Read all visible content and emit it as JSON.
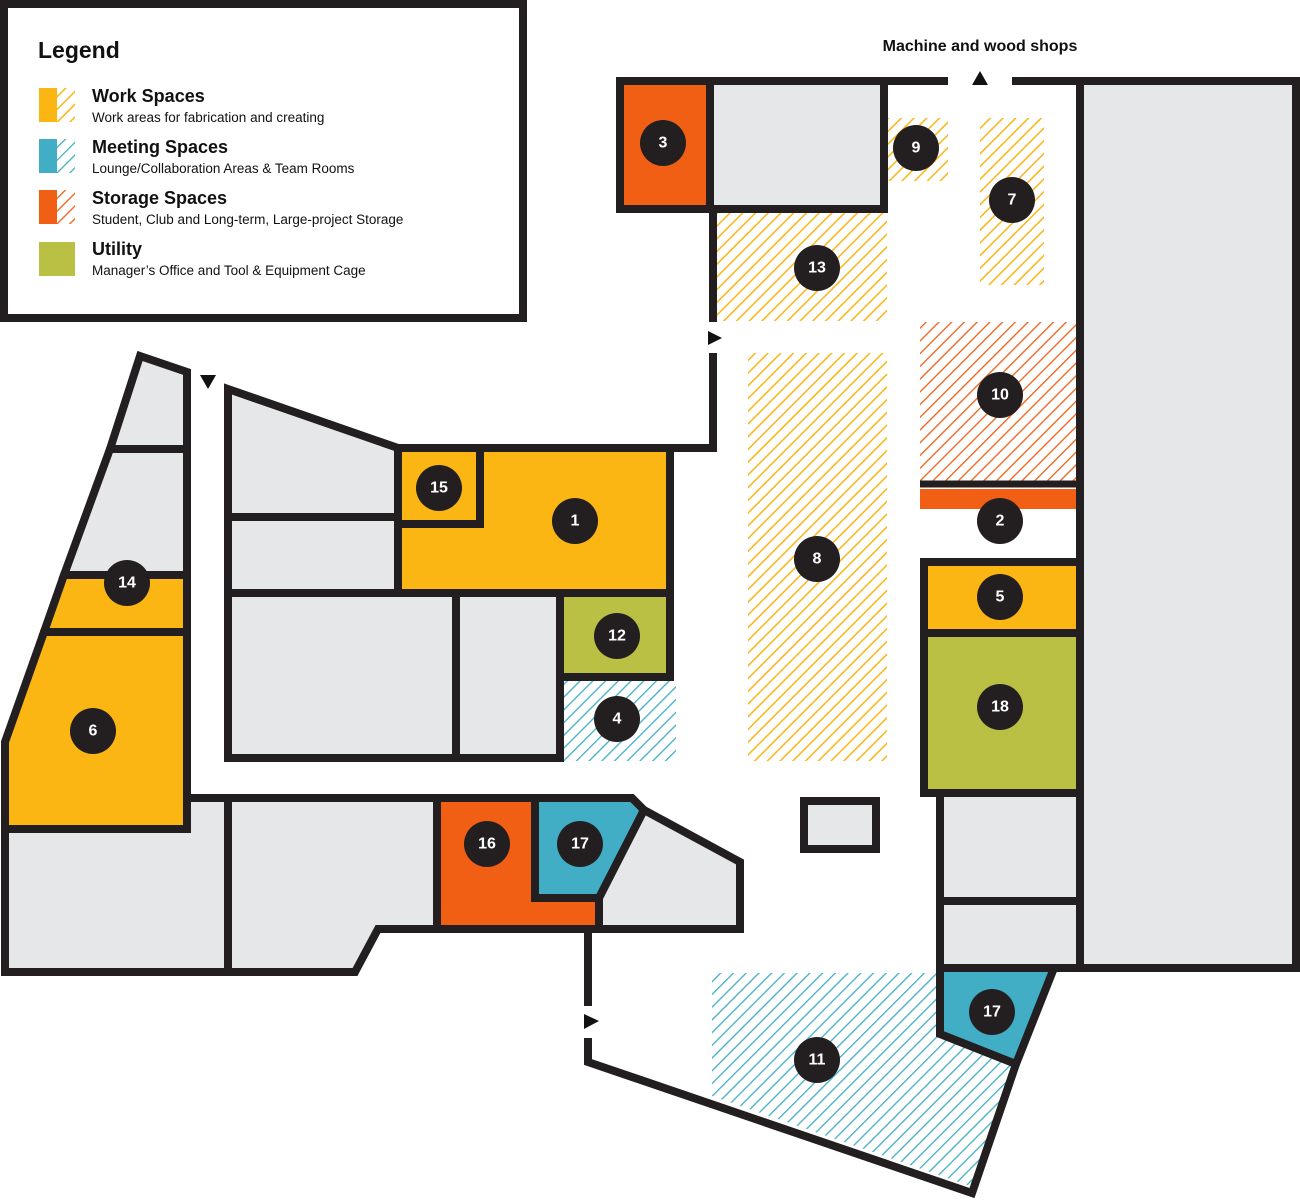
{
  "colors": {
    "work": "#fbb614",
    "meeting": "#41aec6",
    "storage": "#f05f14",
    "utility": "#b9c044",
    "room": "#e6e7e8",
    "wall": "#231f20",
    "marker": "#231f20"
  },
  "legend": {
    "title": "Legend",
    "items": [
      {
        "title": "Work Spaces",
        "subtitle": "Work areas for fabrication and creating",
        "category": "work"
      },
      {
        "title": "Meeting Spaces",
        "subtitle": "Lounge/Collaboration Areas & Team Rooms",
        "category": "meeting"
      },
      {
        "title": "Storage Spaces",
        "subtitle": "Student, Club and Long-term, Large-project Storage",
        "category": "storage"
      },
      {
        "title": "Utility",
        "subtitle": "Manager’s Office and Tool & Equipment Cage",
        "category": "utility"
      }
    ]
  },
  "labels": {
    "shops": "Machine and wood shops"
  },
  "markers": [
    {
      "number": "1",
      "category": "work"
    },
    {
      "number": "2",
      "category": "storage"
    },
    {
      "number": "3",
      "category": "storage"
    },
    {
      "number": "4",
      "category": "meeting"
    },
    {
      "number": "5",
      "category": "work"
    },
    {
      "number": "6",
      "category": "work"
    },
    {
      "number": "7",
      "category": "work"
    },
    {
      "number": "8",
      "category": "work"
    },
    {
      "number": "9",
      "category": "work"
    },
    {
      "number": "10",
      "category": "storage"
    },
    {
      "number": "11",
      "category": "meeting"
    },
    {
      "number": "12",
      "category": "utility"
    },
    {
      "number": "13",
      "category": "work"
    },
    {
      "number": "14",
      "category": "work"
    },
    {
      "number": "15",
      "category": "work"
    },
    {
      "number": "16",
      "category": "storage"
    },
    {
      "number": "17",
      "category": "meeting"
    },
    {
      "number": "17",
      "category": "meeting"
    },
    {
      "number": "18",
      "category": "utility"
    }
  ]
}
